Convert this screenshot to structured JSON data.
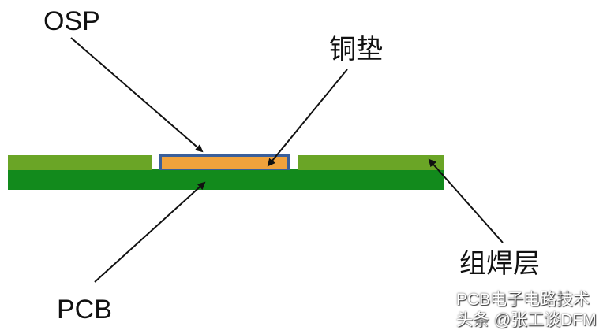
{
  "labels": {
    "osp": "OSP",
    "copper_pad": "铜垫",
    "solder_mask": "组焊层",
    "pcb": "PCB"
  },
  "watermarks": {
    "line1": "PCB电子电路技术",
    "line2": "头条 @张工谈DFM"
  },
  "colors": {
    "pcb": "#128a1c",
    "solder_mask": "#6aa526",
    "copper_pad": "#f0a23c",
    "osp": "#3a5f9a"
  }
}
